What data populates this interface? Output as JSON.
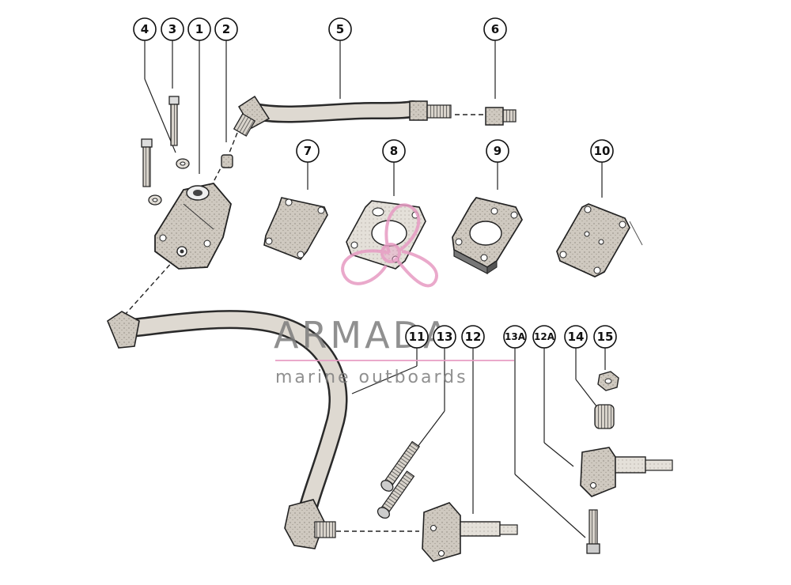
{
  "callouts": {
    "c1": "1",
    "c2": "2",
    "c3": "3",
    "c4": "4",
    "c5": "5",
    "c6": "6",
    "c7": "7",
    "c8": "8",
    "c9": "9",
    "c10": "10",
    "c11": "11",
    "c12": "12",
    "c12a": "12A",
    "c13": "13",
    "c13a": "13A",
    "c14": "14",
    "c15": "15"
  },
  "watermark": {
    "title": "ARMADA",
    "subtitle": "marine outboards",
    "accent_color": "#e79bc3",
    "text_color": "#7d7d7d"
  }
}
